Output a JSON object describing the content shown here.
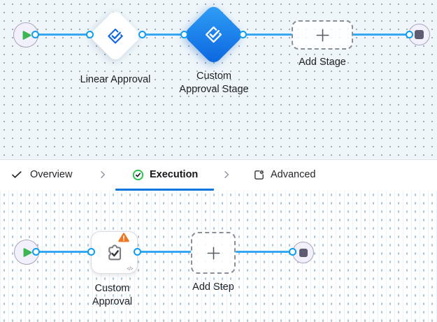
{
  "colors": {
    "edge_blue": "#36a7f2",
    "port_border_blue": "#0d9df2",
    "selected_node_gradient": [
      "#31a0f7",
      "#0a64de"
    ],
    "stage_icon_blue": "#1467e2",
    "active_tab_underline": "#0b74dd",
    "warning_orange": "#ee7623",
    "play_green": "#3cb553",
    "end_square_slate": "#5d5c72",
    "stage_canvas_bg": "#eef6fa",
    "step_canvas_bg": "#fefefe"
  },
  "stage_canvas": {
    "nodes": [
      {
        "id": "start",
        "type": "start"
      },
      {
        "id": "linear-approval",
        "type": "approval-stage",
        "label": "Linear Approval",
        "selected": false
      },
      {
        "id": "custom-approval-stage",
        "type": "approval-stage",
        "label": "Custom Approval Stage",
        "label_lines": [
          "Custom",
          "Approval Stage"
        ],
        "selected": true
      },
      {
        "id": "add-stage",
        "type": "add-button",
        "label": "Add Stage",
        "plus": "+"
      },
      {
        "id": "end",
        "type": "end"
      }
    ]
  },
  "tab_bar": {
    "tabs": [
      {
        "label": "Overview",
        "icon": "check-icon",
        "active": false
      },
      {
        "label": "Execution",
        "icon": "check-circle-icon",
        "active": true
      },
      {
        "label": "Advanced",
        "icon": "advanced-gear-icon",
        "active": false
      }
    ]
  },
  "step_canvas": {
    "nodes": [
      {
        "id": "start",
        "type": "start"
      },
      {
        "id": "custom-approval",
        "type": "step",
        "label": "Custom Approval",
        "label_lines": [
          "Custom",
          "Approval"
        ],
        "has_warning": true,
        "code_glyph": "</>"
      },
      {
        "id": "add-step",
        "type": "add-button",
        "label": "Add Step",
        "plus": "+"
      },
      {
        "id": "end",
        "type": "end"
      }
    ]
  }
}
